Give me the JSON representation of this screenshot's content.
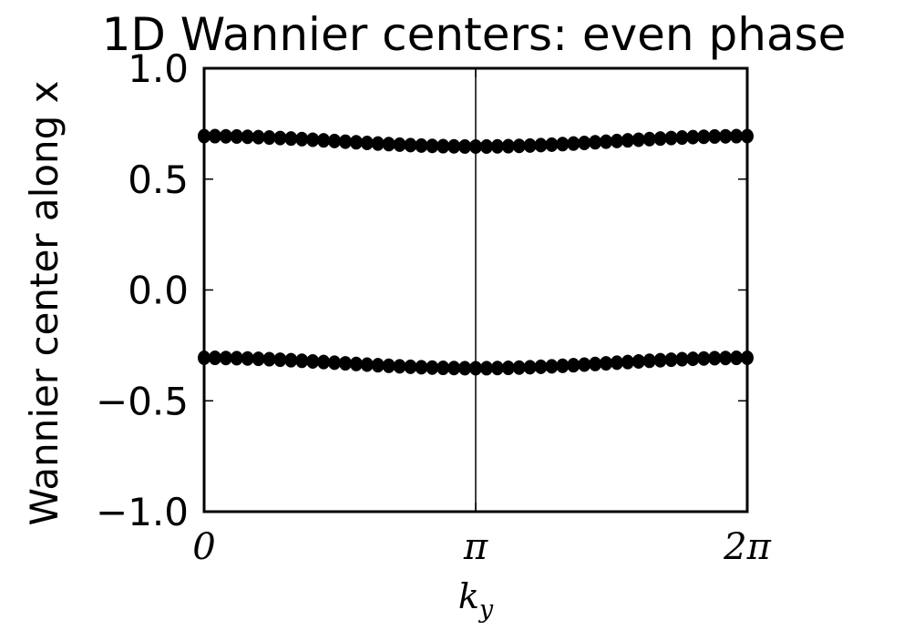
{
  "chart_data": {
    "type": "scatter",
    "title": "1D Wannier centers: even phase",
    "xlabel": "k_y",
    "ylabel": "Wannier center along x",
    "xlim": [
      0,
      6.283185
    ],
    "ylim": [
      -1.0,
      1.0
    ],
    "x_ticks": [
      {
        "value": 0,
        "label": "0"
      },
      {
        "value": 3.141593,
        "label": "π"
      },
      {
        "value": 6.283185,
        "label": "2π"
      }
    ],
    "y_ticks": [
      {
        "value": 1.0,
        "label": "1.0"
      },
      {
        "value": 0.5,
        "label": "0.5"
      },
      {
        "value": 0.0,
        "label": "0.0"
      },
      {
        "value": -0.5,
        "label": "−0.5"
      },
      {
        "value": -1.0,
        "label": "−1.0"
      }
    ],
    "vline_x": 3.141593,
    "grid": false,
    "marker_color": "#000000",
    "n_points": 51,
    "series": [
      {
        "y_edge": 0.694,
        "y_center": 0.647
      },
      {
        "y_edge": -0.306,
        "y_center": -0.353
      }
    ]
  }
}
